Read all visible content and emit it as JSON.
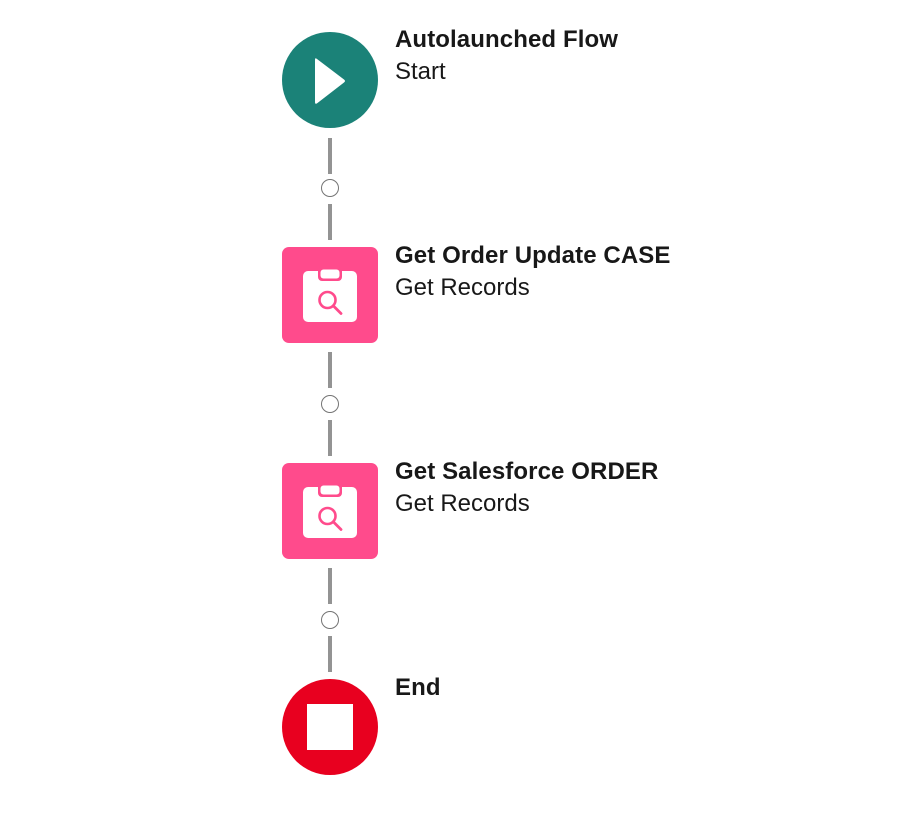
{
  "flow": {
    "nodes": [
      {
        "id": "start",
        "title": "Autolaunched Flow",
        "subtitle": "Start",
        "icon": "play-icon",
        "shape": "circle",
        "color": "#1b8278"
      },
      {
        "id": "get-order-update-case",
        "title": "Get Order Update CASE",
        "subtitle": "Get Records",
        "icon": "clipboard-search-icon",
        "shape": "square",
        "color": "#ff4b8c"
      },
      {
        "id": "get-salesforce-order",
        "title": "Get Salesforce ORDER",
        "subtitle": "Get Records",
        "icon": "clipboard-search-icon",
        "shape": "square",
        "color": "#ff4b8c"
      },
      {
        "id": "end",
        "title": "End",
        "subtitle": "",
        "icon": "stop-icon",
        "shape": "circle",
        "color": "#e8001f"
      }
    ],
    "connectors": [
      {
        "from": "start",
        "to": "get-order-update-case"
      },
      {
        "from": "get-order-update-case",
        "to": "get-salesforce-order"
      },
      {
        "from": "get-salesforce-order",
        "to": "end"
      }
    ],
    "colors": {
      "connector_line": "#939393",
      "connector_circle": "#747474",
      "text": "#181818"
    }
  }
}
